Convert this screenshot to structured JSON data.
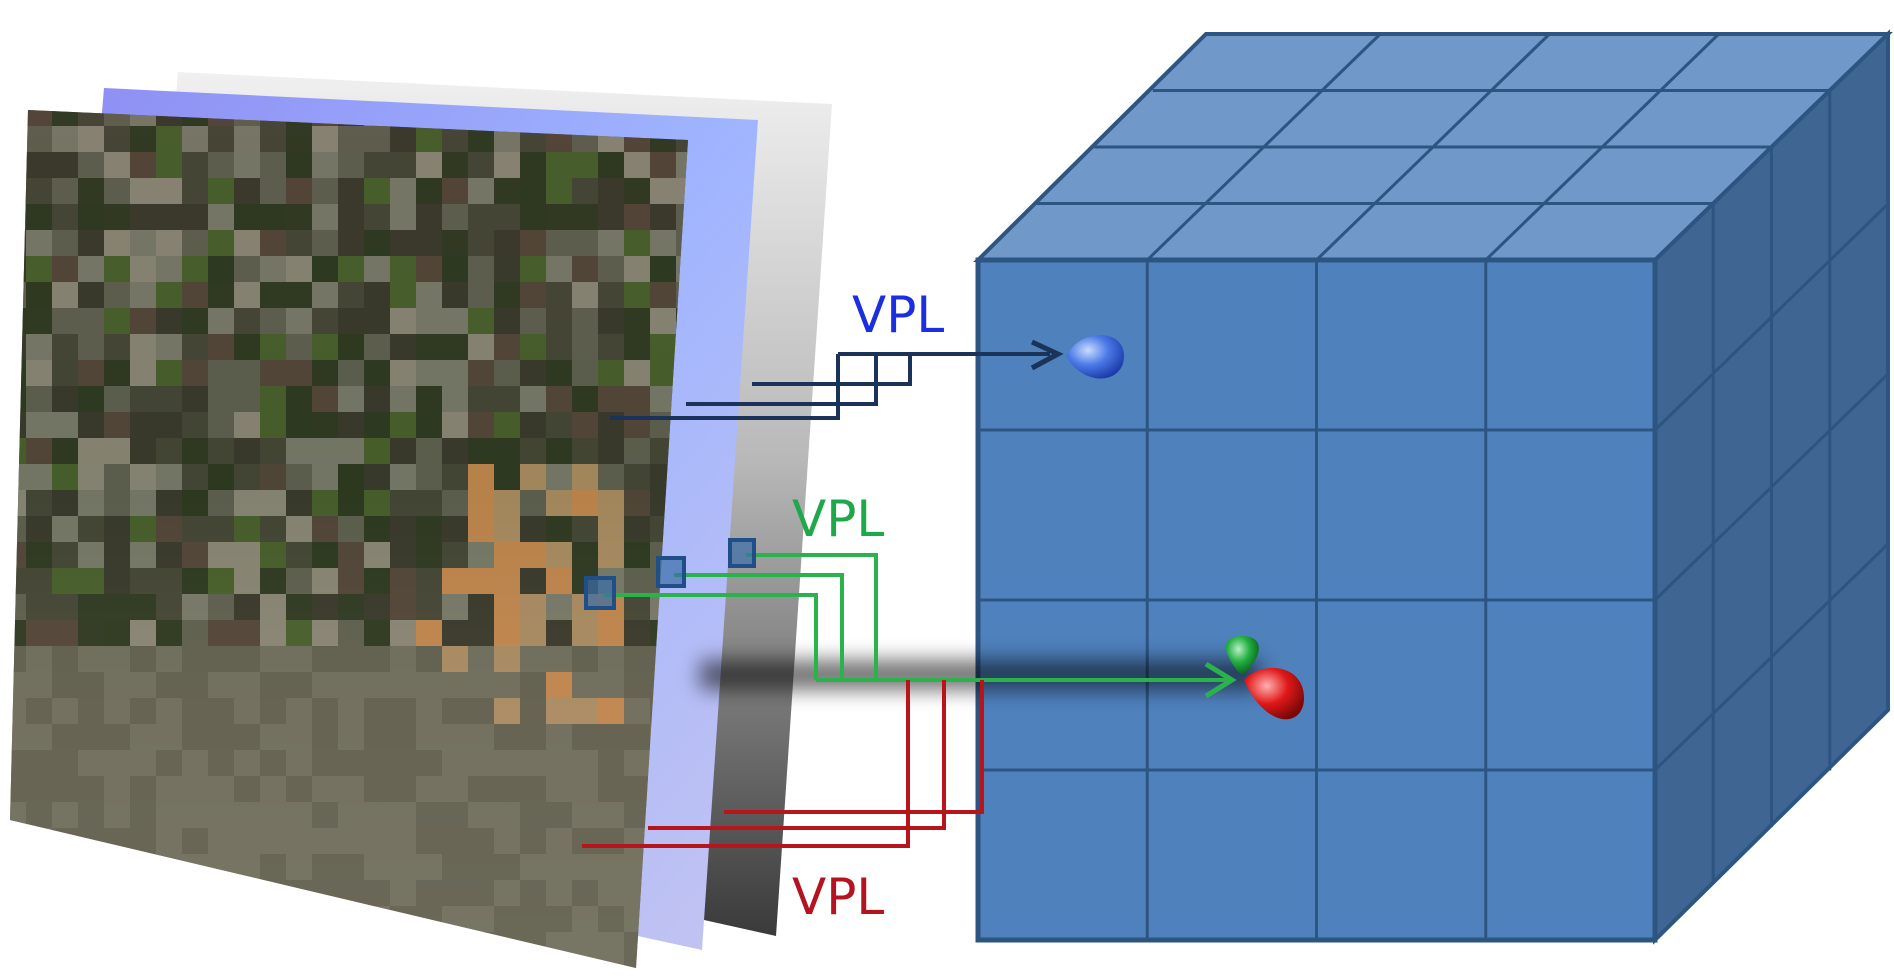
{
  "labels": {
    "vpl_blue": "VPL",
    "vpl_green": "VPL",
    "vpl_red": "VPL"
  },
  "colors": {
    "vpl_blue": "#1c2fe0",
    "vpl_green": "#1fa84a",
    "vpl_red": "#b31420",
    "wire_blue": "#1b3358",
    "wire_green": "#2bb24c",
    "wire_red": "#b8141c",
    "grid_front": "#4f81bd",
    "grid_top": "#7098c8",
    "grid_side": "#3f6592",
    "grid_line": "#2d5582"
  },
  "grid": {
    "rows": 4,
    "cols": 4,
    "depth": 4
  },
  "icons": {
    "blue_lobe": "blue-lobe-icon",
    "green_lobe": "green-lobe-icon",
    "red_lobe": "red-lobe-icon"
  }
}
